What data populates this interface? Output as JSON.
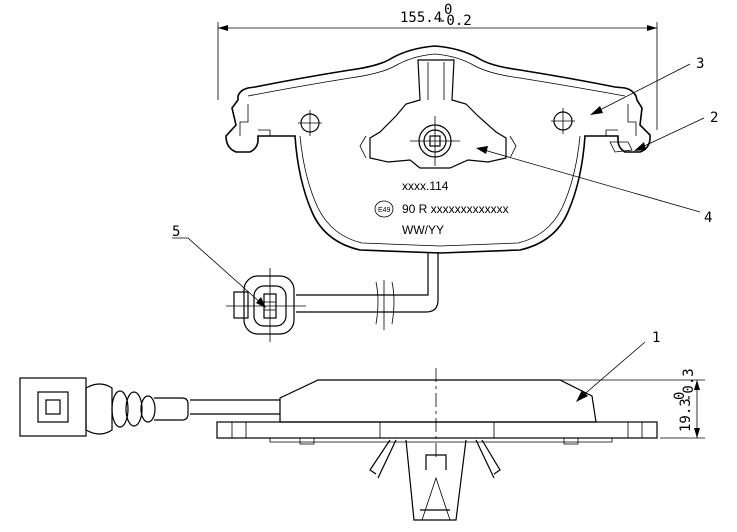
{
  "dimensions": {
    "width_value": "155.4",
    "width_tol_upper": "0",
    "width_tol_lower": "-0.2",
    "thickness_value": "19.3",
    "thickness_tol_upper": "0",
    "thickness_tol_lower": "-0.3"
  },
  "callouts": [
    "1",
    "2",
    "3",
    "4",
    "5"
  ],
  "marking": {
    "line1": "xxxx.114",
    "line2": "90 R xxxxxxxxxxxxx",
    "line3": "WW/YY",
    "e_mark": "E49"
  }
}
